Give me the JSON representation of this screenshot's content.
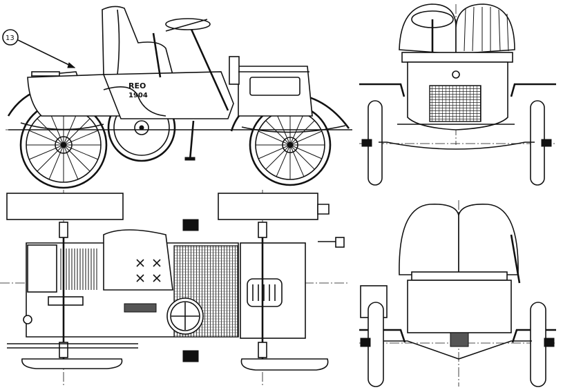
{
  "callout": {
    "number": "13"
  },
  "side_view": {
    "marking_make": "REO",
    "marking_year": "1904"
  }
}
